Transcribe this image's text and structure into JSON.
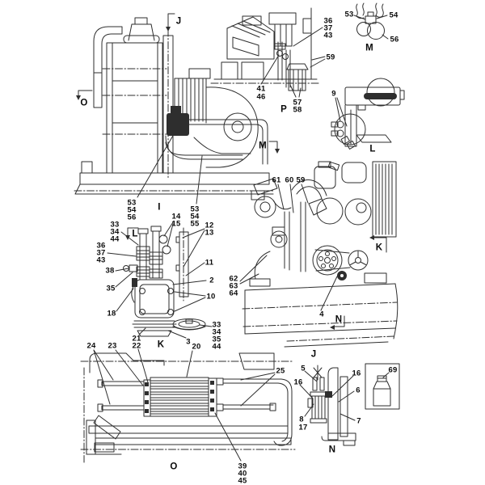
{
  "figure": {
    "background": "#ffffff",
    "line_color": "#2e2e2e",
    "text_color": "#0b0b0b"
  },
  "views": {
    "engine_side_I": {
      "view_label": "I",
      "markers": {
        "J": "J",
        "O": "O"
      },
      "callouts_left": [
        "53",
        "54",
        "56"
      ],
      "callouts_right": [
        "53",
        "54",
        "55"
      ]
    },
    "engine_view_P": {
      "view_label": "P",
      "markers": {
        "M": "M"
      },
      "callouts": [
        "36",
        "37",
        "43",
        "59",
        "41",
        "46",
        "57",
        "58"
      ]
    },
    "hose_clamp_M": {
      "view_label": "M",
      "callouts": [
        "53",
        "54",
        "56"
      ]
    },
    "pump_bracket_L": {
      "view_label": "L",
      "callouts": [
        "9"
      ]
    },
    "engine_front_N": {
      "view_label": "N",
      "markers": {
        "K": "K",
        "J": "J"
      },
      "callouts": [
        "61",
        "60",
        "59",
        "62",
        "63",
        "64",
        "4"
      ]
    },
    "pump_assembly_K": {
      "view_label": "K",
      "markers": {
        "L": "L"
      },
      "callouts_top": [
        "14",
        "15",
        "12",
        "13"
      ],
      "callouts_left": [
        "33",
        "34",
        "44",
        "36",
        "37",
        "43",
        "38",
        "35",
        "18"
      ],
      "callouts_right": [
        "11",
        "2",
        "10"
      ],
      "callouts_bottom": [
        "21",
        "22",
        "3",
        "20"
      ],
      "callouts_pulley": [
        "33",
        "34",
        "35",
        "44"
      ]
    },
    "cooler_O": {
      "view_label": "O",
      "callouts": [
        "24",
        "23",
        "25",
        "39",
        "40",
        "45"
      ]
    },
    "tension_pulley_N": {
      "view_label": "N",
      "callouts": [
        "5",
        "16",
        "16",
        "6",
        "8",
        "17",
        "7"
      ],
      "inset_callout": "69"
    }
  }
}
